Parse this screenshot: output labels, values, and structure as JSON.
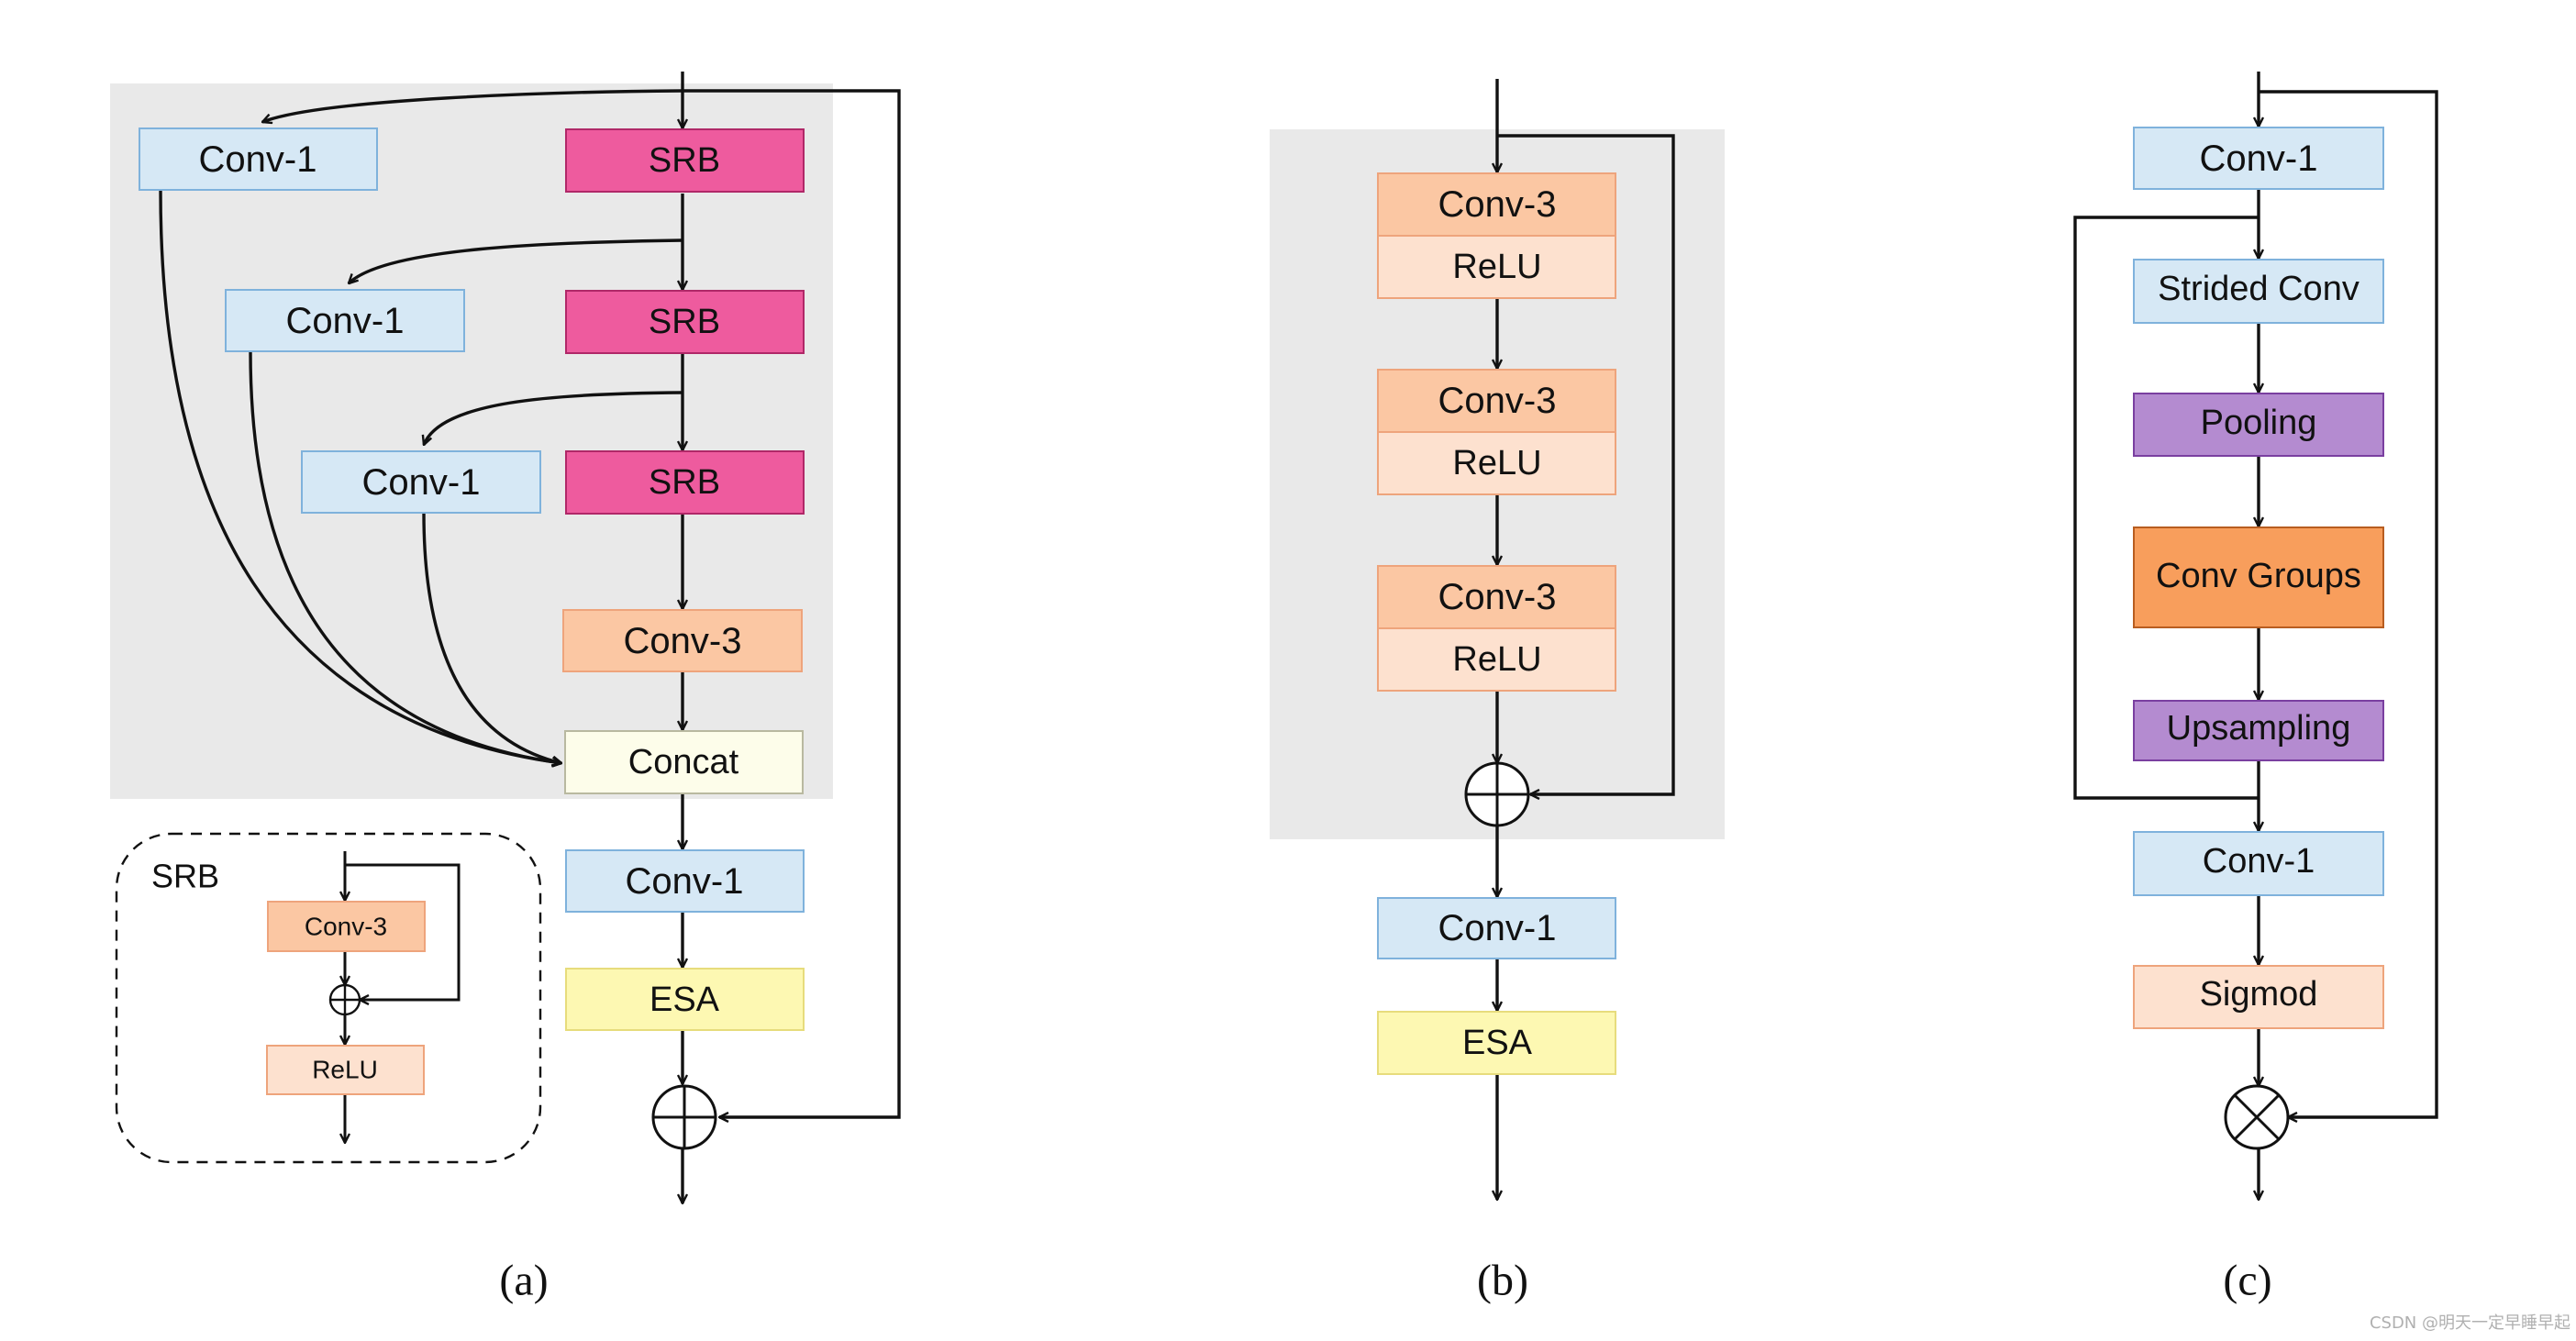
{
  "colors": {
    "panel_bg": "#e9e9e9",
    "conv1_fill": "#d6e8f5",
    "conv1_stroke": "#7fb2dc",
    "srb_fill": "#ee5b9e",
    "srb_stroke": "#b02868",
    "conv3_fill": "#fbc7a3",
    "conv3_stroke": "#eea47c",
    "relu_fill": "#fde1cf",
    "relu_stroke": "#eea47c",
    "concat_fill": "#fdfdea",
    "concat_stroke": "#b9b9a0",
    "esa_fill": "#fdf8b2",
    "esa_stroke": "#e7dc7c",
    "purple_fill": "#b48bd0",
    "purple_stroke": "#7a3fa0",
    "orange_fill": "#f89e5c",
    "orange_stroke": "#b85d20",
    "sigmod_fill": "#fde1cf",
    "sigmod_stroke": "#eea47c",
    "line": "#111111"
  },
  "panel_a": {
    "conv1_labels": [
      "Conv-1",
      "Conv-1",
      "Conv-1"
    ],
    "srb_labels": [
      "SRB",
      "SRB",
      "SRB"
    ],
    "conv3_label": "Conv-3",
    "concat_label": "Concat",
    "conv1_out_label": "Conv-1",
    "esa_label": "ESA",
    "caption": "(a)",
    "legend": {
      "title": "SRB",
      "conv3_label": "Conv-3",
      "relu_label": "ReLU"
    }
  },
  "panel_b": {
    "blocks": [
      {
        "conv": "Conv-3",
        "act": "ReLU"
      },
      {
        "conv": "Conv-3",
        "act": "ReLU"
      },
      {
        "conv": "Conv-3",
        "act": "ReLU"
      }
    ],
    "conv1_label": "Conv-1",
    "esa_label": "ESA",
    "caption": "(b)"
  },
  "panel_c": {
    "conv1_top_label": "Conv-1",
    "strided_label": "Strided Conv",
    "pooling_label": "Pooling",
    "conv_groups_label": "Conv Groups",
    "upsampling_label": "Upsampling",
    "conv1_bottom_label": "Conv-1",
    "sigmod_label": "Sigmod",
    "caption": "(c)"
  },
  "watermark": "CSDN @明天一定早睡早起"
}
